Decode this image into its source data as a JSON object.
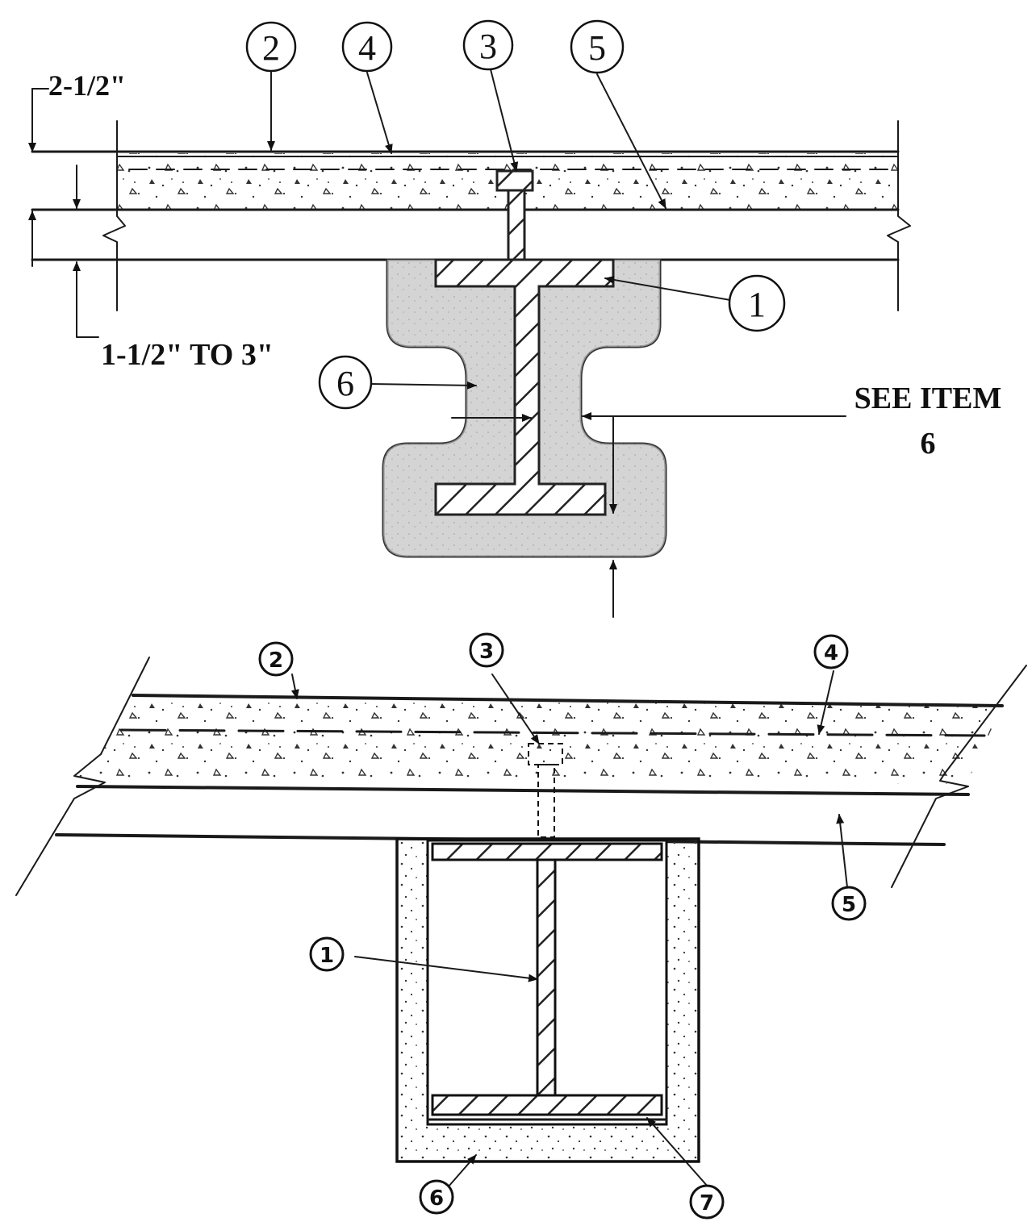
{
  "upper_detail": {
    "dimension_top": "2-1/2\"",
    "dimension_bottom": "1-1/2\" TO 3\"",
    "see_item_line1": "SEE ITEM",
    "see_item_line2": "6",
    "callouts": {
      "c1": "1",
      "c2": "2",
      "c3": "3",
      "c4": "4",
      "c5": "5",
      "c6": "6"
    }
  },
  "lower_detail": {
    "callouts": {
      "c1": "1",
      "c2": "2",
      "c3": "3",
      "c4": "4",
      "c5": "5",
      "c6": "6",
      "c7": "7"
    }
  },
  "colors": {
    "line": "#1a1a1a",
    "fireproofing": "#d6d6d6",
    "paper": "#ffffff"
  }
}
